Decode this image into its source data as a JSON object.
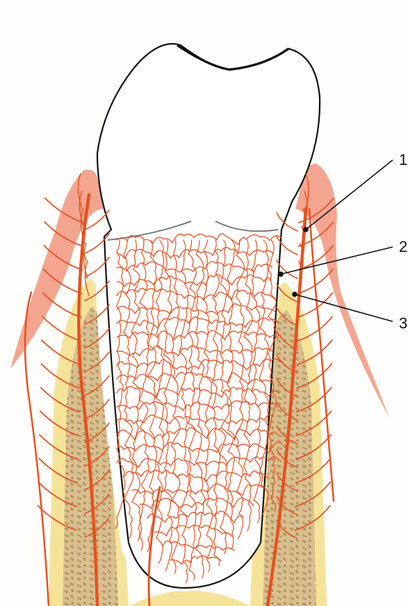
{
  "labels": [
    {
      "id": "1",
      "text": "1"
    },
    {
      "id": "2",
      "text": "2"
    },
    {
      "id": "3",
      "text": "3"
    }
  ],
  "colors": {
    "background": "#fdfdfb",
    "gingiva": "#f2a08a",
    "vessels": "#e8501f",
    "bone": "#f6e39a",
    "cancellous": "#c9a97a",
    "outline": "#111111",
    "cej_line": "#7a7a7a"
  },
  "structures": [
    "crown",
    "root",
    "gingiva",
    "alveolar-bone",
    "periodontal-ligament",
    "blood-vessels"
  ]
}
